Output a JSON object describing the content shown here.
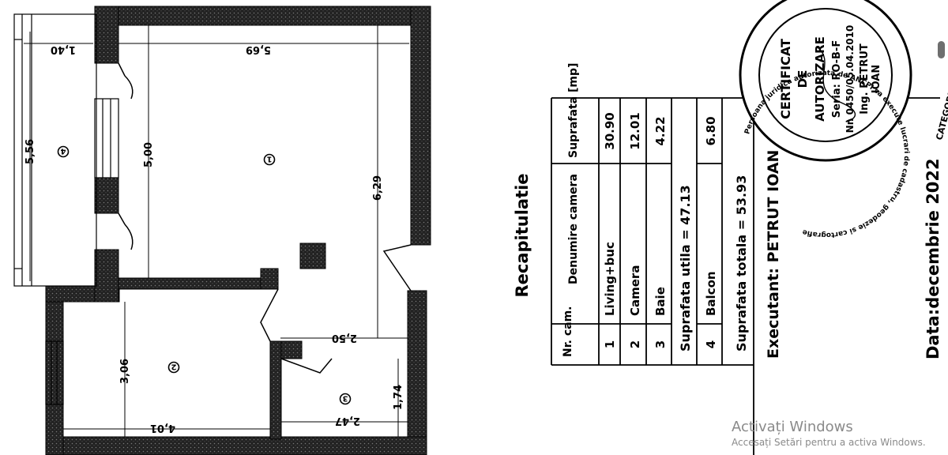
{
  "plan": {
    "dimensions": {
      "balcony_width": "1,40",
      "balcony_length": "5,56",
      "living_width": "5,69",
      "living_length_left": "5,00",
      "living_length_right": "6,29",
      "hall_width": "2,50",
      "bedroom_length": "3,06",
      "bedroom_width": "4,01",
      "bath_width": "2,47",
      "bath_length": "1,74"
    },
    "room_markers": {
      "living": "1",
      "bedroom": "2",
      "bath": "3",
      "balcony": "4"
    }
  },
  "summary": {
    "title": "Recapitulatie",
    "headers": {
      "nr": "Nr. cam.",
      "name": "Denumire camera",
      "area": "Suprafata [mp]"
    },
    "rows": [
      {
        "nr": "1",
        "name": "Living+buc",
        "area": "30.90"
      },
      {
        "nr": "2",
        "name": "Camera",
        "area": "12.01"
      },
      {
        "nr": "3",
        "name": "Baie",
        "area": "4.22"
      }
    ],
    "useful_area": "Suprafata utila = 47.13",
    "balcony_row": {
      "nr": "4",
      "name": "Balcon",
      "area": "6.80"
    },
    "total_area": "Suprafata totala = 53.93"
  },
  "footer": {
    "executant": "Executant: PETRUT IOAN",
    "date": "Data:decembrie 2022"
  },
  "stamp": {
    "outer_ring": "Persoana juridica autorizata de ANCPI sa execute lucrari de cadastru, geodezie si cartografie",
    "category": "CATEGORIA A",
    "lines": [
      "CERTIFICAT",
      "DE",
      "AUTORIZARE",
      "Seria: RO-B-F",
      "Nr. 0450/05.04.2010",
      "Ing. PETRUT",
      "IOAN"
    ]
  },
  "os_overlay": {
    "title": "Activați Windows",
    "subtitle": "Accesați Setări pentru a activa Windows."
  }
}
